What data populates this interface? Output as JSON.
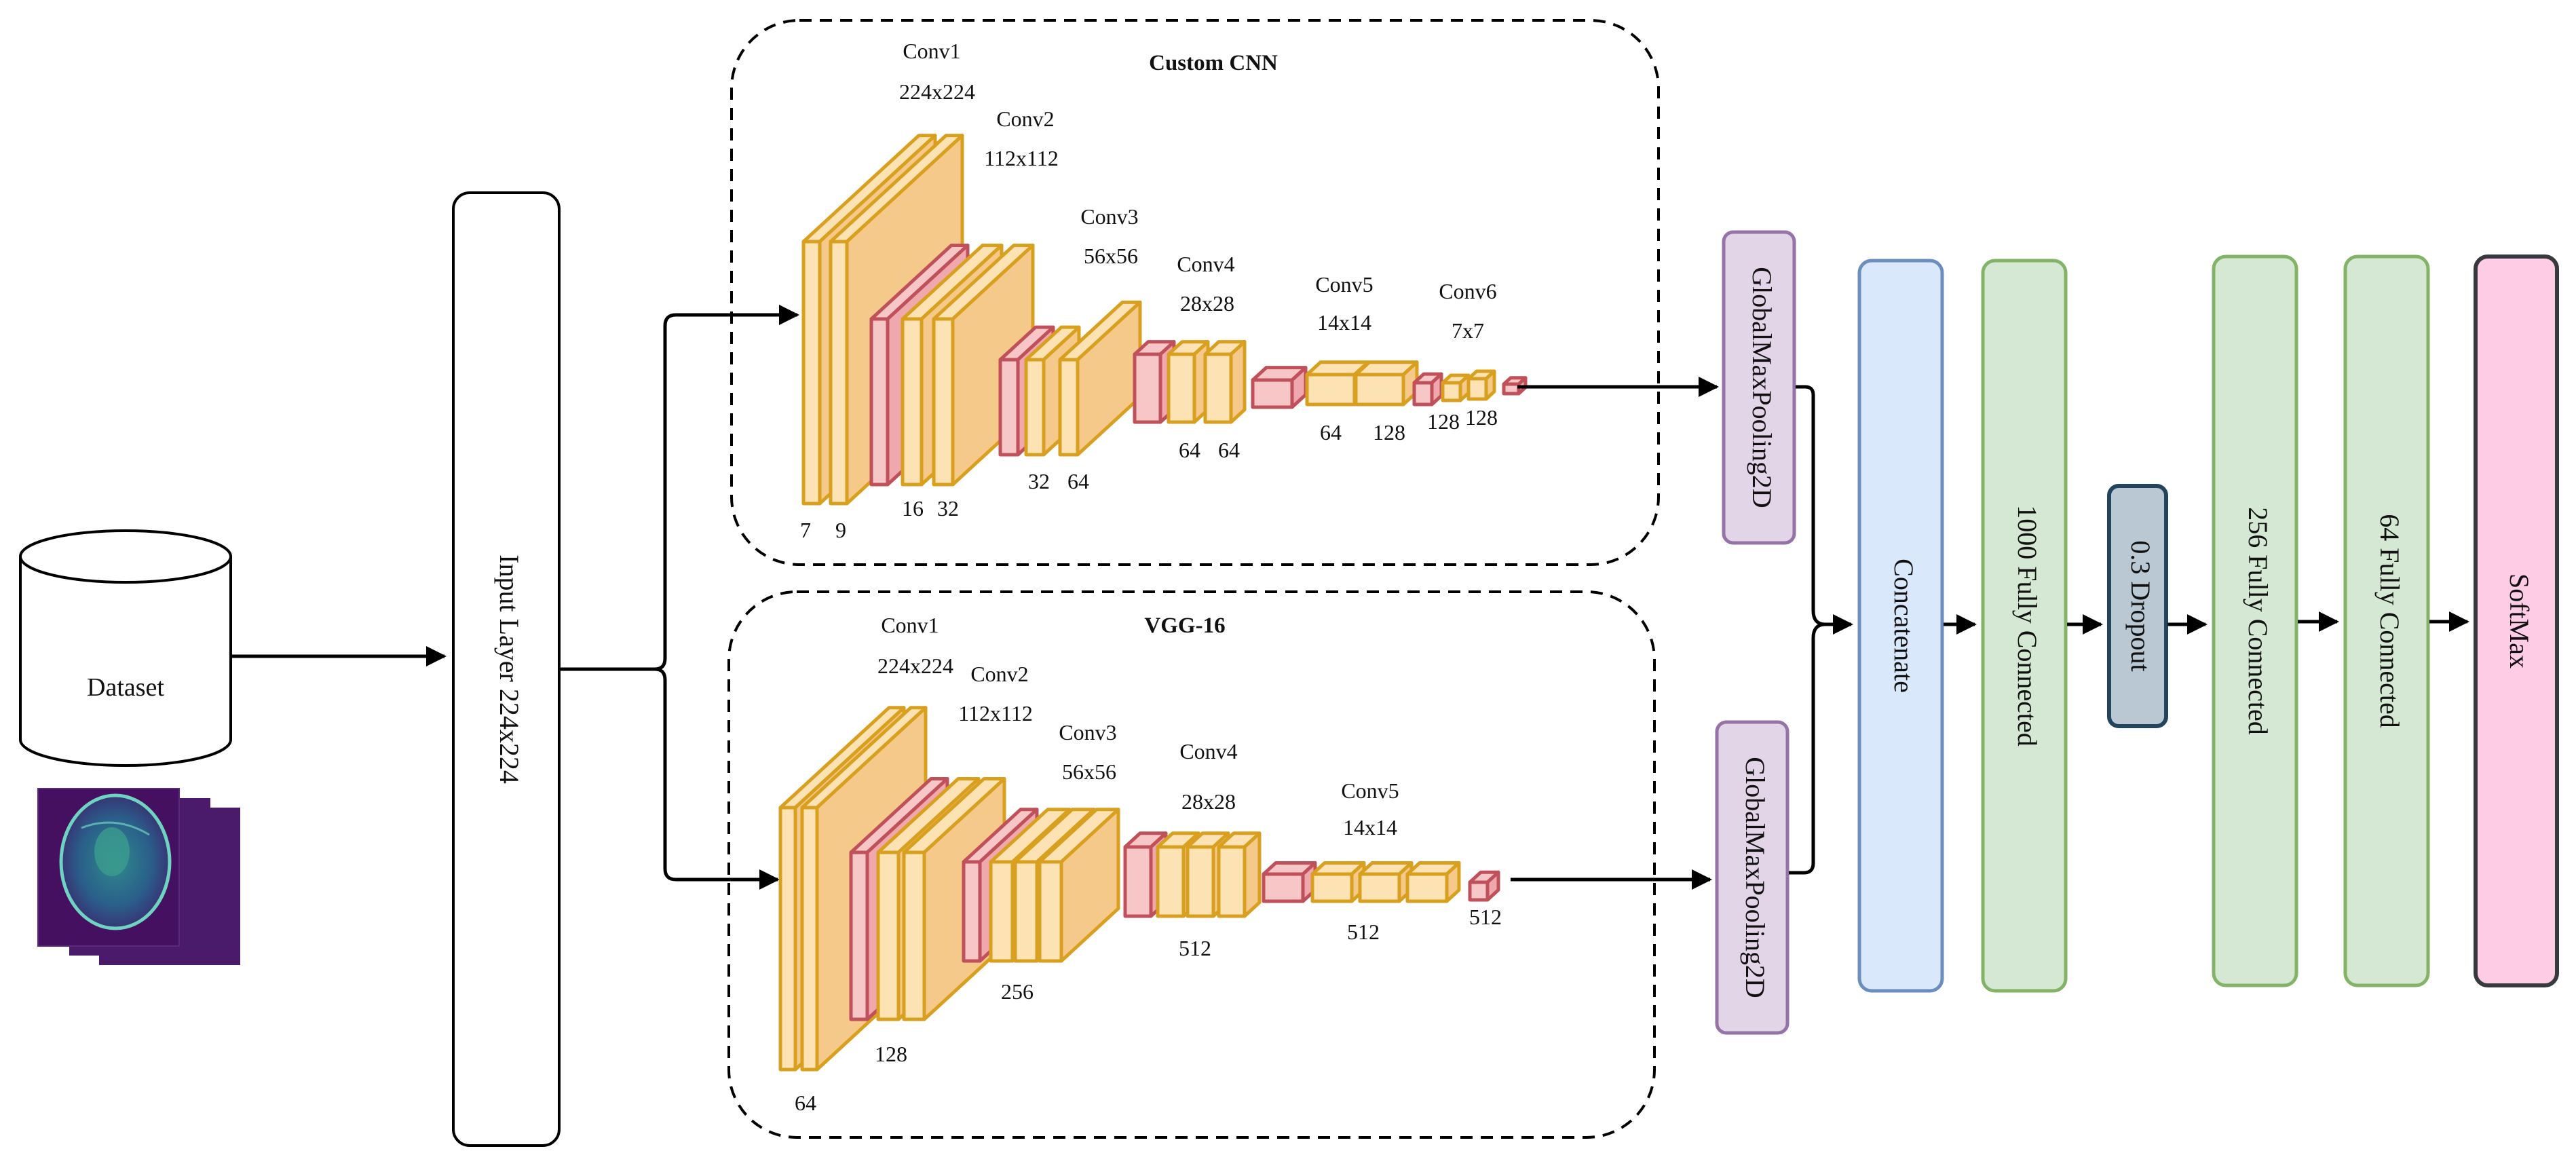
{
  "dataset": {
    "label": "Dataset"
  },
  "input_layer": {
    "label": "Input Layer 224x224"
  },
  "custom_cnn": {
    "title": "Custom CNN",
    "stages": [
      {
        "name": "Conv1",
        "size": "224x224"
      },
      {
        "name": "Conv2",
        "size": "112x112"
      },
      {
        "name": "Conv3",
        "size": "56x56"
      },
      {
        "name": "Conv4",
        "size": "28x28"
      },
      {
        "name": "Conv5",
        "size": "14x14"
      },
      {
        "name": "Conv6",
        "size": "7x7"
      }
    ],
    "filters": [
      "7",
      "9",
      "16",
      "32",
      "32",
      "64",
      "64",
      "64",
      "64",
      "128",
      "128",
      "128"
    ]
  },
  "vgg16": {
    "title": "VGG-16",
    "stages": [
      {
        "name": "Conv1",
        "size": "224x224"
      },
      {
        "name": "Conv2",
        "size": "112x112"
      },
      {
        "name": "Conv3",
        "size": "56x56"
      },
      {
        "name": "Conv4",
        "size": "28x28"
      },
      {
        "name": "Conv5",
        "size": "14x14"
      }
    ],
    "filters": [
      "64",
      "128",
      "256",
      "512",
      "512",
      "512"
    ]
  },
  "head": {
    "gmp_top": "GlobalMaxPooling2D",
    "gmp_bottom": "GlobalMaxPooling2D",
    "concatenate": "Concatenate",
    "fc1000": "1000 Fully Connected",
    "dropout": "0.3 Dropout",
    "fc256": "256 Fully Connected",
    "fc64": "64 Fully Connected",
    "softmax": "SoftMax"
  },
  "colors": {
    "conv_fill": "#FDE2B3",
    "conv_side": "#F5C98A",
    "conv_stroke": "#D9A020",
    "pool_fill": "#F7C6C6",
    "pool_stroke": "#C0505A",
    "gmp_fill": "#E1D5E7",
    "gmp_stroke": "#9673A6",
    "concat_fill": "#DAE8FC",
    "concat_stroke": "#6C8EBF",
    "fc_fill": "#D5E8D4",
    "fc_stroke": "#82B366",
    "dropout_fill": "#BAC8D3",
    "dropout_stroke": "#23445D",
    "softmax_fill": "#FFCCE6",
    "softmax_stroke": "#36393D"
  }
}
